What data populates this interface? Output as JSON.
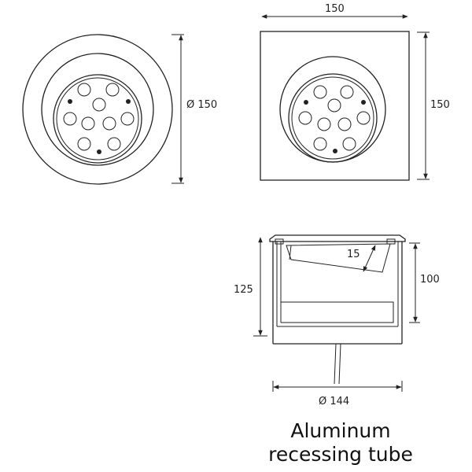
{
  "dimensions": {
    "round_diameter": "Ø 150",
    "square_width": "150",
    "square_height": "150",
    "tilt_angle": "15",
    "tube_height": "125",
    "tube_depth": "100",
    "tube_diameter": "Ø 144"
  },
  "caption": {
    "line1": "Aluminum",
    "line2": "recessing tube"
  }
}
